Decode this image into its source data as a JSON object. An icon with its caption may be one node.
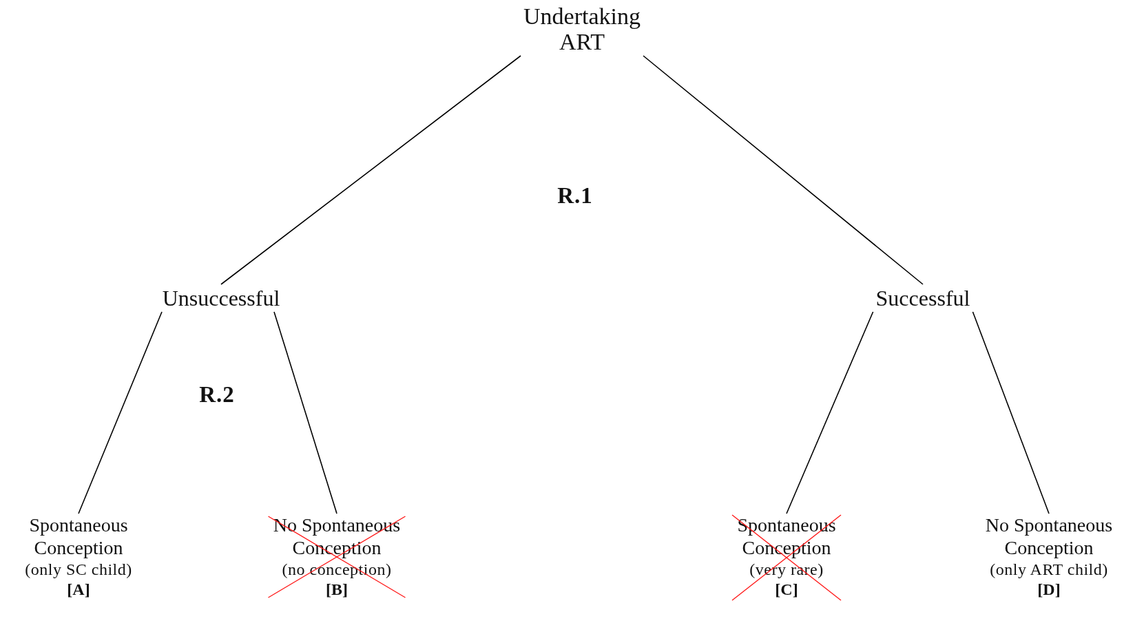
{
  "diagram": {
    "nodes": [
      {
        "text": [
          "Undertaking ART"
        ]
      },
      {
        "text": [
          "Unsuccessful"
        ]
      },
      {
        "text": [
          "Successful"
        ]
      },
      {
        "text": [
          "Spontaneous Conception",
          "(only SC child)",
          "[A]"
        ]
      },
      {
        "text": [
          "No Spontaneous Conception",
          "(no conception)",
          "[B]"
        ]
      },
      {
        "text": [
          "Spontaneous Conception",
          "(very rare)",
          "[C]"
        ]
      },
      {
        "text": [
          "No Spontaneous Conception",
          "(only ART child)",
          "[D]"
        ]
      }
    ],
    "edges": [
      {
        "from": 0,
        "to": 1,
        "arrow": "none"
      },
      {
        "from": 0,
        "to": 2,
        "arrow": "none"
      },
      {
        "from": 1,
        "to": 3,
        "arrow": "none"
      },
      {
        "from": 1,
        "to": 4,
        "arrow": "none"
      },
      {
        "from": 2,
        "to": 5,
        "arrow": "none"
      },
      {
        "from": 2,
        "to": 6,
        "arrow": "none"
      }
    ],
    "labels": [
      "R.1",
      "R.2"
    ]
  }
}
